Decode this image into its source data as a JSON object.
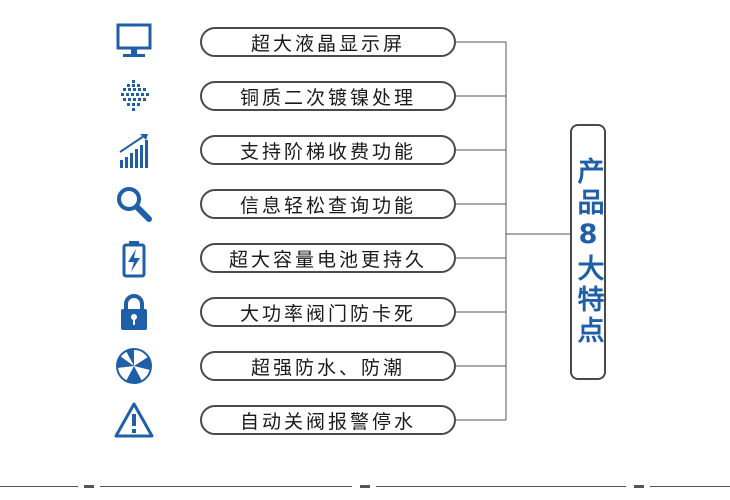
{
  "features": [
    {
      "icon": "monitor-icon",
      "label": "超大液晶显示屏"
    },
    {
      "icon": "copper-disc-icon",
      "label": "铜质二次镀镍处理"
    },
    {
      "icon": "signal-bars-icon",
      "label": "支持阶梯收费功能"
    },
    {
      "icon": "magnifier-icon",
      "label": "信息轻松查询功能"
    },
    {
      "icon": "battery-icon",
      "label": "超大容量电池更持久"
    },
    {
      "icon": "padlock-icon",
      "label": "大功率阀门防卡死"
    },
    {
      "icon": "umbrella-icon",
      "label": "超强防水、防潮"
    },
    {
      "icon": "warning-icon",
      "label": "自动关阀报警停水"
    }
  ],
  "summary_label": "产品8大特点",
  "colors": {
    "icon_blue": "#1f5fa8",
    "border_gray": "#4a4a4a"
  }
}
